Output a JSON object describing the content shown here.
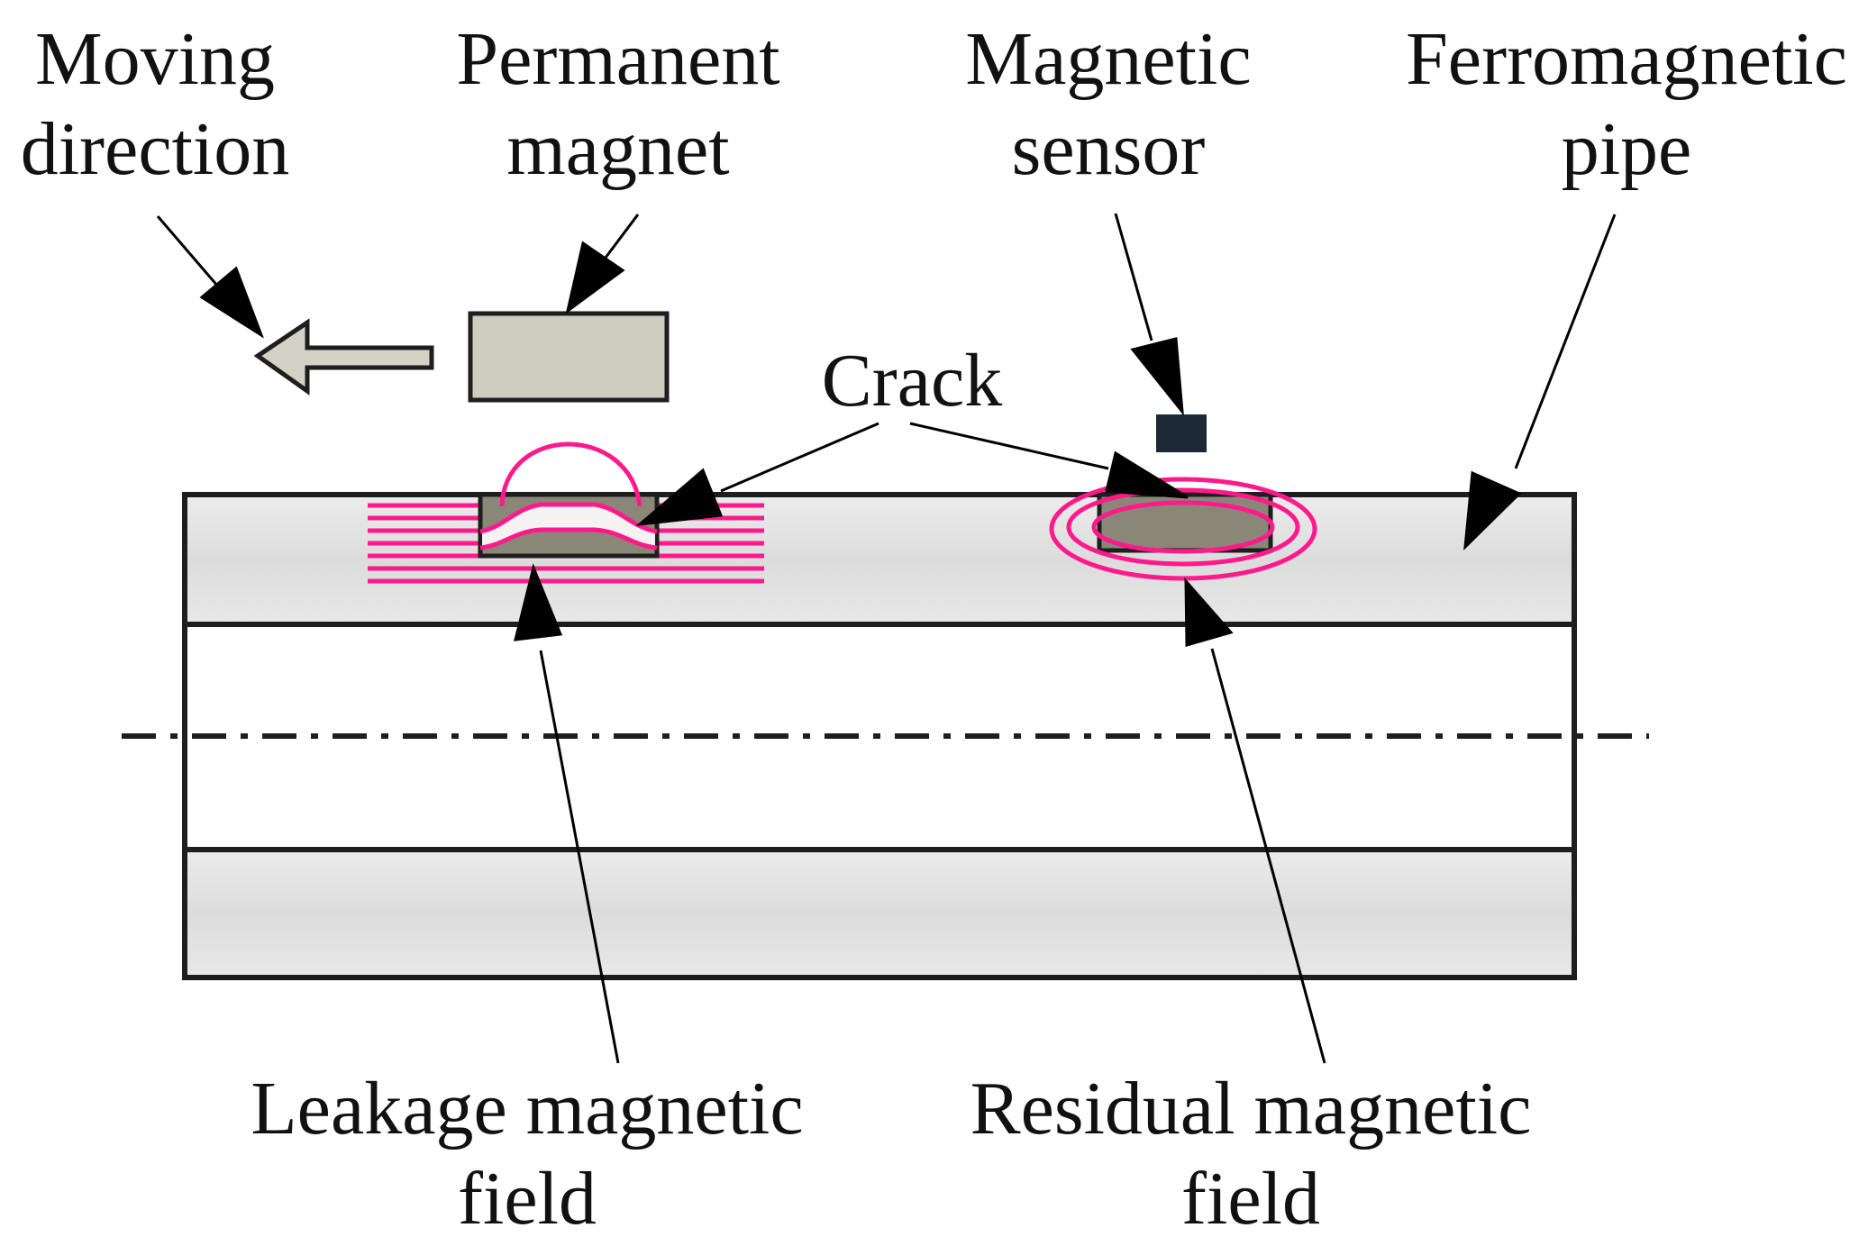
{
  "labels": {
    "moving_direction": [
      "Moving",
      "direction"
    ],
    "permanent_magnet": [
      "Permanent",
      "magnet"
    ],
    "magnetic_sensor": [
      "Magnetic",
      "sensor"
    ],
    "ferromagnetic_pipe": [
      "Ferromagnetic",
      "pipe"
    ],
    "crack": "Crack",
    "leakage_field": [
      "Leakage magnetic",
      "field"
    ],
    "residual_field": [
      "Residual magnetic",
      "field"
    ]
  },
  "colors": {
    "field_lines": "#ff1a8c",
    "pipe_wall": "#e2e2e2",
    "outline": "#1e1e1e",
    "crack": "#8a8778",
    "magnet": "#cfccc0",
    "sensor": "#1d2a36",
    "arrow_fill": "#d4d1c6"
  }
}
